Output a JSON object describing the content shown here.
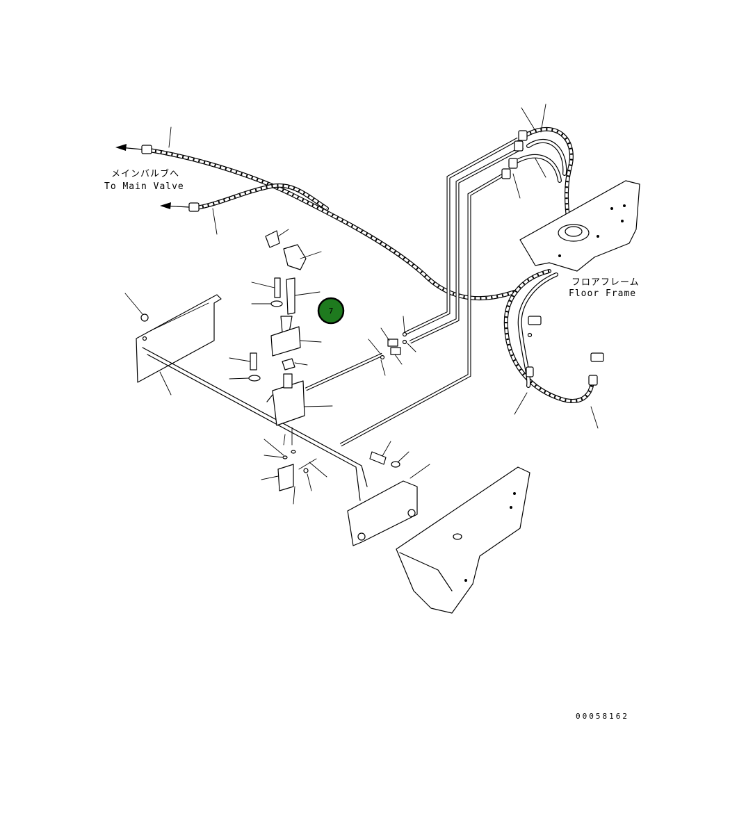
{
  "labels": {
    "main_valve_jp": "メインバルブへ",
    "main_valve_en": "To Main Valve",
    "floor_frame_jp": "フロアフレーム",
    "floor_frame_en": "Floor Frame",
    "drawing_code": "00058162"
  },
  "marker": {
    "number": "7",
    "color": "#1e7a1e"
  }
}
